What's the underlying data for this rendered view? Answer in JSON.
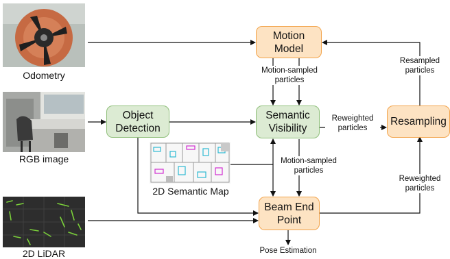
{
  "nodes": {
    "motion_model": "Motion\nModel",
    "semantic_visibility": "Semantic\nVisibility",
    "object_detection": "Object\nDetection",
    "resampling": "Resampling",
    "beam_end_point": "Beam End\nPoint"
  },
  "inputs": {
    "odometry": "Odometry",
    "rgb_image": "RGB image",
    "lidar": "2D LiDAR",
    "semantic_map": "2D Semantic Map"
  },
  "edge_labels": {
    "motion_sampled_1": "Motion-sampled\nparticles",
    "motion_sampled_2": "Motion-sampled\nparticles",
    "reweighted_1": "Reweighted\nparticles",
    "reweighted_2": "Reweighted\nparticles",
    "resampled": "Resampled\nparticles",
    "pose_estimation": "Pose Estimation"
  },
  "colors": {
    "orange_fill": "#fde3c3",
    "orange_border": "#f2a34a",
    "green_fill": "#dcebd3",
    "green_border": "#8fbf7a"
  }
}
